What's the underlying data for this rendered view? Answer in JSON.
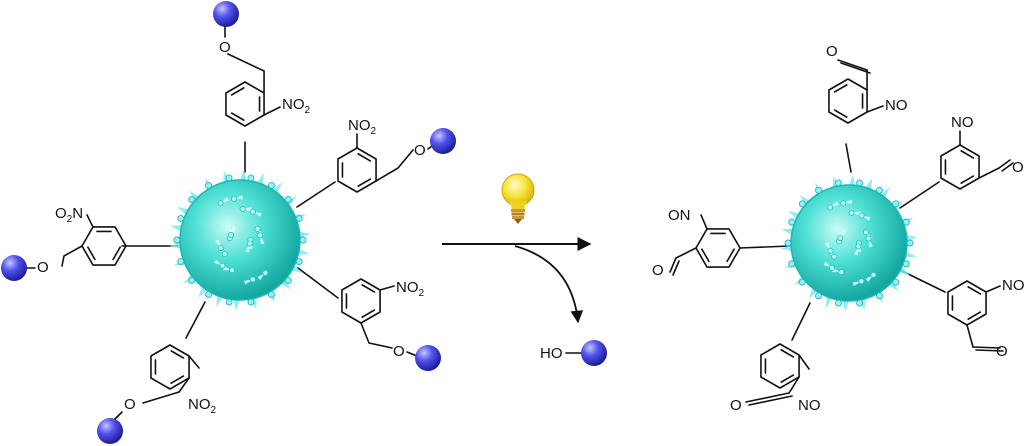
{
  "colors": {
    "nanoparticle": "#34d6cc",
    "nanoparticle_edge": "#1aa9a5",
    "ligand_bead": "#3a3ae0",
    "bond": "#111111",
    "bulb": "#f5dc2a",
    "bulb_base": "#c9962f"
  },
  "icons": [
    "lightbulb-icon",
    "nanoparticle-core",
    "released-group-bead",
    "reaction-arrow"
  ],
  "labels": {
    "no2": "NO",
    "no2_sub": "2",
    "o2n": "O",
    "o2n_sub": "2",
    "o2n_tail": "N",
    "nitroso": "NO",
    "nitroso_left": "ON",
    "ether_o": "O",
    "aldehyde_o": "O",
    "ho": "HO"
  }
}
